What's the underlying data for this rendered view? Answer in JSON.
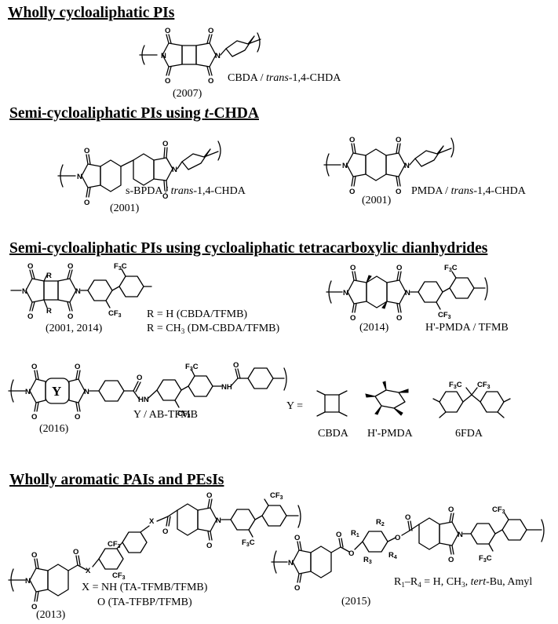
{
  "sections": {
    "s1": {
      "heading": "Wholly cycloaliphatic PIs"
    },
    "s2": {
      "heading": "Semi-cycloaliphatic PIs using t-CHDA"
    },
    "s3": {
      "heading": "Semi-cycloaliphatic PIs using cycloaliphatic tetracarboxylic dianhydrides"
    },
    "s4": {
      "heading": "Wholly aromatic PAIs and PEsIs"
    }
  },
  "structures": {
    "cbda_chda": {
      "name": "CBDA / trans-1,4-CHDA",
      "year": "(2007)"
    },
    "bpda_chda": {
      "name": "s-BPDA / trans-1,4-CHDA",
      "year": "(2001)"
    },
    "pmda_chda": {
      "name": "PMDA / trans-1,4-CHDA",
      "year": "(2001)"
    },
    "cbda_tfmb": {
      "r1": "R = H    (CBDA/TFMB)",
      "r2": "R = CH3  (DM-CBDA/TFMB)",
      "year": "(2001, 2014)"
    },
    "hpmda_tfmb": {
      "name": "H'-PMDA / TFMB",
      "year": "(2014)"
    },
    "y_abtfmb": {
      "name": "Y / AB-TFMB",
      "year": "(2016)",
      "y_label": "Y",
      "y_equals": "Y =",
      "opt1": "CBDA",
      "opt2": "H'-PMDA",
      "opt3": "6FDA"
    },
    "pai": {
      "x1": "X = NH   (TA-TFMB/TFMB)",
      "x2": "O   (TA-TFBP/TFMB)",
      "year": "(2013)"
    },
    "pesi": {
      "r": "R1–R4 = H, CH3, tert-Bu, Amyl",
      "year": "(2015)"
    }
  },
  "atoms": {
    "o": "O",
    "n": "N",
    "r": "R",
    "x": "X",
    "cf3": "CF3",
    "f3c": "F3C",
    "h": "H",
    "r1": "R1",
    "r2": "R2",
    "r3": "R3",
    "r4": "R4"
  }
}
